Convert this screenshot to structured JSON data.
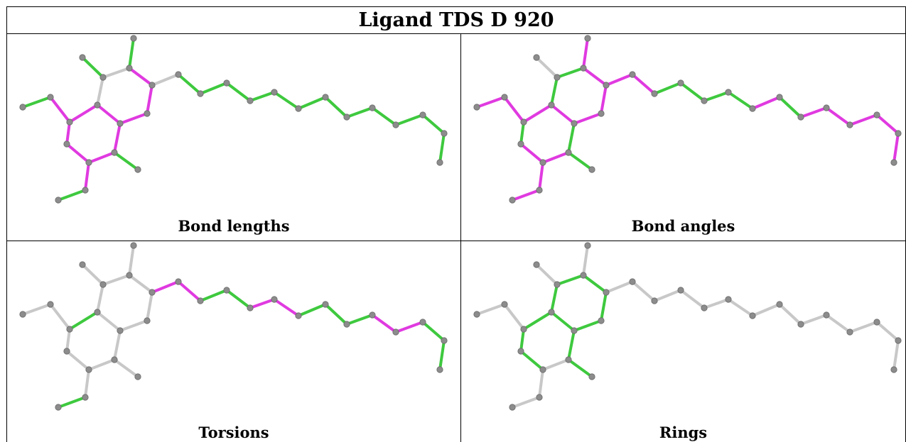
{
  "title": "Ligand TDS D 920",
  "panels": [
    {
      "caption": "Bond lengths"
    },
    {
      "caption": "Bond angles"
    },
    {
      "caption": "Torsions"
    },
    {
      "caption": "Rings"
    }
  ],
  "colors": {
    "atom": "#8c8c8c",
    "neutral_bond": "#c8c8c8",
    "green_bond": "#3ec93e",
    "magenta_bond": "#e03ae0"
  }
}
